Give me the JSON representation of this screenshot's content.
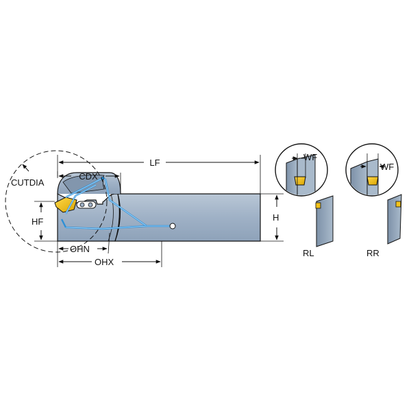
{
  "labels": {
    "lf": "LF",
    "cdx": "CDX",
    "cutdia": "CUTDIA",
    "hf": "HF",
    "h": "H",
    "ohn": "OHN",
    "ohx": "OHX",
    "wf_left": "WF",
    "wf_right": "WF",
    "rl": "RL",
    "rr": "RR"
  },
  "colors": {
    "body": "#9fb1c6",
    "body_dark": "#7d91a8",
    "body_light": "#c4d1de",
    "insert": "#f2c21a",
    "coolant": "#2c8fd6",
    "outline": "#111111"
  }
}
